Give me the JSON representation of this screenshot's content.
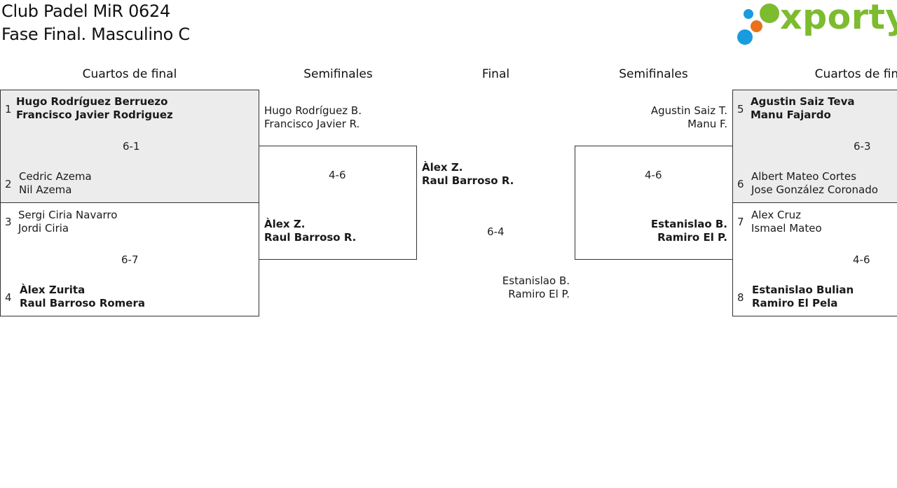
{
  "header": {
    "club": "Club Padel MiR 0624",
    "phase": "Fase Final. Masculino C"
  },
  "logo": {
    "text": "xporty",
    "colors": {
      "green": "#7dbb2f",
      "blue": "#1a9be0",
      "orange": "#e8711c"
    }
  },
  "columns": {
    "left_quarters": "Cuartos de final",
    "left_semis": "Semifinales",
    "final": "Final",
    "right_semis": "Semifinales",
    "right_quarters": "Cuartos de final"
  },
  "left_quarters": [
    {
      "top": {
        "seed": "1",
        "p1": "Hugo Rodríguez Berruezo",
        "p2": "Francisco Javier Rodriguez",
        "winner": true
      },
      "score": "6-1",
      "bottom": {
        "seed": "2",
        "p1": "Cedric Azema",
        "p2": "Nil Azema",
        "winner": false
      }
    },
    {
      "top": {
        "seed": "3",
        "p1": "Sergi Ciria Navarro",
        "p2": "Jordi Ciria",
        "winner": false
      },
      "score": "6-7",
      "bottom": {
        "seed": "4",
        "p1": "Àlex Zurita",
        "p2": "Raul Barroso Romera",
        "winner": true
      }
    }
  ],
  "right_quarters": [
    {
      "top": {
        "seed": "5",
        "p1": "Agustin Saiz Teva",
        "p2": "Manu Fajardo",
        "winner": true
      },
      "score": "6-3",
      "bottom": {
        "seed": "6",
        "p1": "Albert Mateo Cortes",
        "p2": "Jose González Coronado",
        "winner": false
      }
    },
    {
      "top": {
        "seed": "7",
        "p1": "Alex Cruz",
        "p2": "Ismael Mateo",
        "winner": false
      },
      "score": "4-6",
      "bottom": {
        "seed": "8",
        "p1": "Estanislao Bulian",
        "p2": "Ramiro El Pela",
        "winner": true
      }
    }
  ],
  "left_semi": {
    "top": {
      "p1": "Hugo Rodríguez B.",
      "p2": "Francisco Javier R.",
      "winner": false
    },
    "score": "4-6",
    "bottom": {
      "p1": "Àlex Z.",
      "p2": "Raul Barroso R.",
      "winner": true
    }
  },
  "right_semi": {
    "top": {
      "p1": "Agustin Saiz T.",
      "p2": "Manu F.",
      "winner": false
    },
    "score": "4-6",
    "bottom": {
      "p1": "Estanislao B.",
      "p2": "Ramiro El P.",
      "winner": true
    }
  },
  "final": {
    "top": {
      "p1": "Àlex Z.",
      "p2": "Raul Barroso R.",
      "winner": true
    },
    "score": "6-4",
    "bottom": {
      "p1": "Estanislao B.",
      "p2": "Ramiro El P.",
      "winner": false
    }
  }
}
